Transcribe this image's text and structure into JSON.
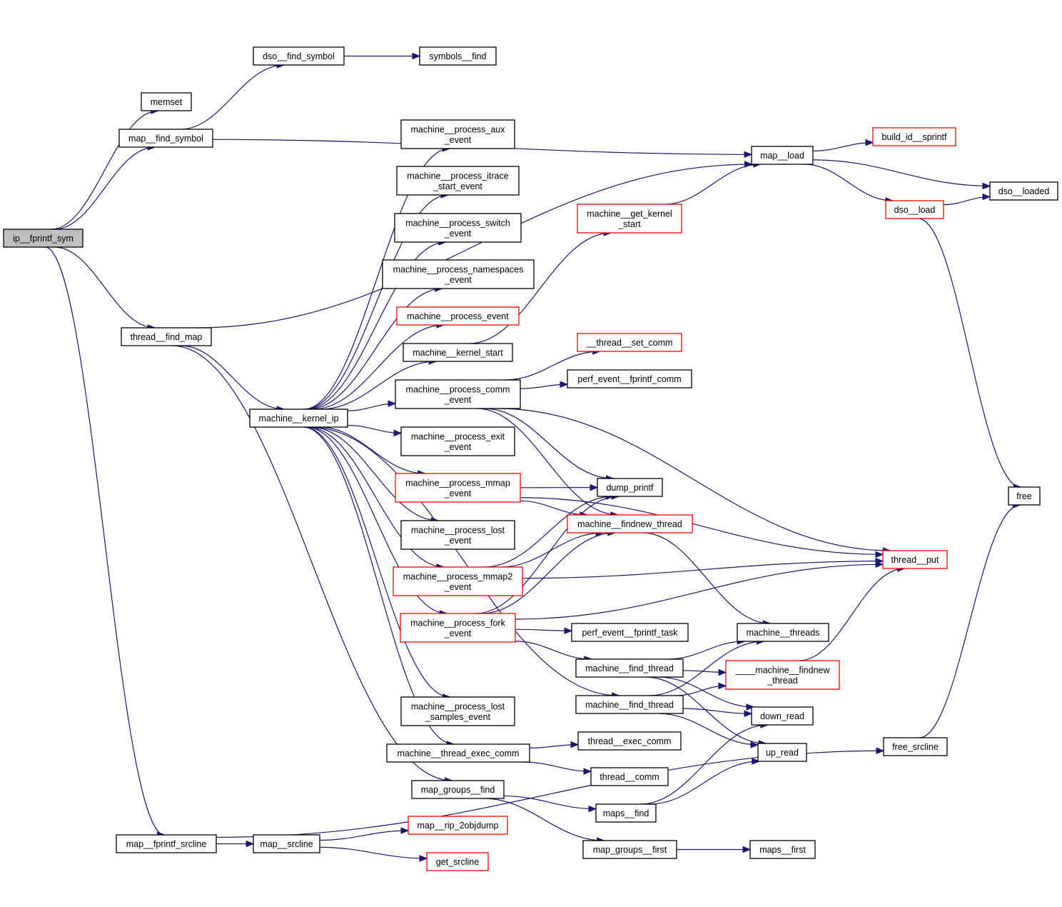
{
  "title": "ip__fprintf_sym call graph",
  "colors": {
    "edge": "#191970",
    "root_fill": "#bfbfbf",
    "node_border": "#000000",
    "truncated_border": "#ff0000"
  },
  "nodes": [
    {
      "id": "ip__fprintf_sym",
      "label": [
        "ip__fprintf_sym"
      ],
      "style": "root"
    },
    {
      "id": "memset",
      "label": [
        "memset"
      ],
      "style": "normal"
    },
    {
      "id": "map__find_symbol",
      "label": [
        "map__find_symbol"
      ],
      "style": "normal"
    },
    {
      "id": "dso__find_symbol",
      "label": [
        "dso__find_symbol"
      ],
      "style": "normal"
    },
    {
      "id": "symbols__find",
      "label": [
        "symbols__find"
      ],
      "style": "normal"
    },
    {
      "id": "thread__find_map",
      "label": [
        "thread__find_map"
      ],
      "style": "normal"
    },
    {
      "id": "map__load",
      "label": [
        "map__load"
      ],
      "style": "normal"
    },
    {
      "id": "build_id__sprintf",
      "label": [
        "build_id__sprintf"
      ],
      "style": "truncated"
    },
    {
      "id": "dso__loaded",
      "label": [
        "dso__loaded"
      ],
      "style": "normal"
    },
    {
      "id": "dso__load",
      "label": [
        "dso__load"
      ],
      "style": "truncated"
    },
    {
      "id": "free",
      "label": [
        "free"
      ],
      "style": "normal"
    },
    {
      "id": "machine__kernel_ip",
      "label": [
        "machine__kernel_ip"
      ],
      "style": "normal"
    },
    {
      "id": "machine__process_aux_event",
      "label": [
        "machine__process_aux",
        "_event"
      ],
      "style": "normal"
    },
    {
      "id": "machine__process_itrace_start_event",
      "label": [
        "machine__process_itrace",
        "_start_event"
      ],
      "style": "normal"
    },
    {
      "id": "machine__process_switch_event",
      "label": [
        "machine__process_switch",
        "_event"
      ],
      "style": "normal"
    },
    {
      "id": "machine__process_namespaces_event",
      "label": [
        "machine__process_namespaces",
        "_event"
      ],
      "style": "normal"
    },
    {
      "id": "machine__process_event",
      "label": [
        "machine__process_event"
      ],
      "style": "truncated"
    },
    {
      "id": "machine__kernel_start",
      "label": [
        "machine__kernel_start"
      ],
      "style": "normal"
    },
    {
      "id": "machine__get_kernel_start",
      "label": [
        "machine__get_kernel",
        "_start"
      ],
      "style": "truncated"
    },
    {
      "id": "__thread__set_comm",
      "label": [
        "__thread__set_comm"
      ],
      "style": "truncated"
    },
    {
      "id": "perf_event__fprintf_comm",
      "label": [
        "perf_event__fprintf_comm"
      ],
      "style": "normal"
    },
    {
      "id": "machine__process_comm_event",
      "label": [
        "machine__process_comm",
        "_event"
      ],
      "style": "normal"
    },
    {
      "id": "machine__process_exit_event",
      "label": [
        "machine__process_exit",
        "_event"
      ],
      "style": "normal"
    },
    {
      "id": "machine__process_mmap_event",
      "label": [
        "machine__process_mmap",
        "_event"
      ],
      "style": "truncated"
    },
    {
      "id": "dump_printf",
      "label": [
        "dump_printf"
      ],
      "style": "normal"
    },
    {
      "id": "machine__findnew_thread",
      "label": [
        "machine__findnew_thread"
      ],
      "style": "truncated"
    },
    {
      "id": "machine__process_lost_event",
      "label": [
        "machine__process_lost",
        "_event"
      ],
      "style": "normal"
    },
    {
      "id": "machine__process_mmap2_event",
      "label": [
        "machine__process_mmap2",
        "_event"
      ],
      "style": "truncated"
    },
    {
      "id": "thread__put",
      "label": [
        "thread__put"
      ],
      "style": "truncated"
    },
    {
      "id": "machine__process_fork_event",
      "label": [
        "machine__process_fork",
        "_event"
      ],
      "style": "truncated"
    },
    {
      "id": "perf_event__fprintf_task",
      "label": [
        "perf_event__fprintf_task"
      ],
      "style": "normal"
    },
    {
      "id": "machine__threads",
      "label": [
        "machine__threads"
      ],
      "style": "normal"
    },
    {
      "id": "machine__find_thread_1",
      "label": [
        "machine__find_thread"
      ],
      "style": "normal"
    },
    {
      "id": "____machine__findnew_thread",
      "label": [
        "____machine__findnew",
        "_thread"
      ],
      "style": "truncated"
    },
    {
      "id": "machine__find_thread_2",
      "label": [
        "machine__find_thread"
      ],
      "style": "normal"
    },
    {
      "id": "down_read",
      "label": [
        "down_read"
      ],
      "style": "normal"
    },
    {
      "id": "up_read",
      "label": [
        "up_read"
      ],
      "style": "normal"
    },
    {
      "id": "machine__process_lost_samples_event",
      "label": [
        "machine__process_lost",
        "_samples_event"
      ],
      "style": "normal"
    },
    {
      "id": "machine__thread_exec_comm",
      "label": [
        "machine__thread_exec_comm"
      ],
      "style": "normal"
    },
    {
      "id": "thread__exec_comm",
      "label": [
        "thread__exec_comm"
      ],
      "style": "normal"
    },
    {
      "id": "thread__comm",
      "label": [
        "thread__comm"
      ],
      "style": "normal"
    },
    {
      "id": "free_srcline",
      "label": [
        "free_srcline"
      ],
      "style": "normal"
    },
    {
      "id": "map_groups__find",
      "label": [
        "map_groups__find"
      ],
      "style": "normal"
    },
    {
      "id": "maps__find",
      "label": [
        "maps__find"
      ],
      "style": "normal"
    },
    {
      "id": "map_groups__first",
      "label": [
        "map_groups__first"
      ],
      "style": "normal"
    },
    {
      "id": "maps__first",
      "label": [
        "maps__first"
      ],
      "style": "normal"
    },
    {
      "id": "map__fprintf_srcline",
      "label": [
        "map__fprintf_srcline"
      ],
      "style": "normal"
    },
    {
      "id": "map__srcline",
      "label": [
        "map__srcline"
      ],
      "style": "normal"
    },
    {
      "id": "map__rip_2objdump",
      "label": [
        "map__rip_2objdump"
      ],
      "style": "truncated"
    },
    {
      "id": "get_srcline",
      "label": [
        "get_srcline"
      ],
      "style": "truncated"
    }
  ],
  "edges": [
    [
      "ip__fprintf_sym",
      "memset"
    ],
    [
      "ip__fprintf_sym",
      "map__find_symbol"
    ],
    [
      "ip__fprintf_sym",
      "thread__find_map"
    ],
    [
      "ip__fprintf_sym",
      "map__fprintf_srcline"
    ],
    [
      "map__find_symbol",
      "dso__find_symbol"
    ],
    [
      "map__find_symbol",
      "map__load"
    ],
    [
      "dso__find_symbol",
      "symbols__find"
    ],
    [
      "thread__find_map",
      "map__load"
    ],
    [
      "thread__find_map",
      "machine__kernel_ip"
    ],
    [
      "thread__find_map",
      "map_groups__find"
    ],
    [
      "map__load",
      "build_id__sprintf"
    ],
    [
      "map__load",
      "dso__loaded"
    ],
    [
      "map__load",
      "dso__load"
    ],
    [
      "dso__load",
      "dso__loaded"
    ],
    [
      "dso__load",
      "free"
    ],
    [
      "machine__get_kernel_start",
      "map__load"
    ],
    [
      "machine__kernel_ip",
      "machine__process_aux_event"
    ],
    [
      "machine__kernel_ip",
      "machine__process_itrace_start_event"
    ],
    [
      "machine__kernel_ip",
      "machine__process_switch_event"
    ],
    [
      "machine__kernel_ip",
      "machine__process_namespaces_event"
    ],
    [
      "machine__kernel_ip",
      "machine__process_event"
    ],
    [
      "machine__kernel_ip",
      "machine__kernel_start"
    ],
    [
      "machine__kernel_ip",
      "machine__process_comm_event"
    ],
    [
      "machine__kernel_ip",
      "machine__process_exit_event"
    ],
    [
      "machine__kernel_ip",
      "machine__process_mmap_event"
    ],
    [
      "machine__kernel_ip",
      "machine__process_lost_event"
    ],
    [
      "machine__kernel_ip",
      "machine__process_mmap2_event"
    ],
    [
      "machine__kernel_ip",
      "machine__process_fork_event"
    ],
    [
      "machine__kernel_ip",
      "machine__find_thread_2"
    ],
    [
      "machine__kernel_ip",
      "machine__process_lost_samples_event"
    ],
    [
      "machine__kernel_ip",
      "machine__thread_exec_comm"
    ],
    [
      "machine__kernel_start",
      "machine__get_kernel_start"
    ],
    [
      "machine__process_comm_event",
      "__thread__set_comm"
    ],
    [
      "machine__process_comm_event",
      "perf_event__fprintf_comm"
    ],
    [
      "machine__process_comm_event",
      "dump_printf"
    ],
    [
      "machine__process_comm_event",
      "machine__findnew_thread"
    ],
    [
      "machine__process_comm_event",
      "thread__put"
    ],
    [
      "machine__process_mmap_event",
      "dump_printf"
    ],
    [
      "machine__process_mmap_event",
      "machine__findnew_thread"
    ],
    [
      "machine__process_mmap_event",
      "thread__put"
    ],
    [
      "machine__process_mmap2_event",
      "dump_printf"
    ],
    [
      "machine__process_mmap2_event",
      "machine__findnew_thread"
    ],
    [
      "machine__process_mmap2_event",
      "thread__put"
    ],
    [
      "machine__process_fork_event",
      "dump_printf"
    ],
    [
      "machine__process_fork_event",
      "machine__findnew_thread"
    ],
    [
      "machine__process_fork_event",
      "thread__put"
    ],
    [
      "machine__process_fork_event",
      "perf_event__fprintf_task"
    ],
    [
      "machine__process_fork_event",
      "machine__find_thread_1"
    ],
    [
      "machine__findnew_thread",
      "machine__threads"
    ],
    [
      "machine__find_thread_1",
      "machine__threads"
    ],
    [
      "machine__find_thread_1",
      "____machine__findnew_thread"
    ],
    [
      "machine__find_thread_1",
      "down_read"
    ],
    [
      "machine__find_thread_1",
      "up_read"
    ],
    [
      "machine__find_thread_2",
      "machine__threads"
    ],
    [
      "machine__find_thread_2",
      "____machine__findnew_thread"
    ],
    [
      "machine__find_thread_2",
      "down_read"
    ],
    [
      "machine__find_thread_2",
      "up_read"
    ],
    [
      "____machine__findnew_thread",
      "thread__put"
    ],
    [
      "machine__thread_exec_comm",
      "thread__exec_comm"
    ],
    [
      "machine__thread_exec_comm",
      "thread__comm"
    ],
    [
      "map_groups__find",
      "maps__find"
    ],
    [
      "map_groups__find",
      "map_groups__first"
    ],
    [
      "maps__find",
      "down_read"
    ],
    [
      "maps__find",
      "up_read"
    ],
    [
      "map_groups__first",
      "maps__first"
    ],
    [
      "map__fprintf_srcline",
      "map__srcline"
    ],
    [
      "map__fprintf_srcline",
      "free_srcline"
    ],
    [
      "map__srcline",
      "map__rip_2objdump"
    ],
    [
      "map__srcline",
      "get_srcline"
    ],
    [
      "free_srcline",
      "free"
    ]
  ]
}
